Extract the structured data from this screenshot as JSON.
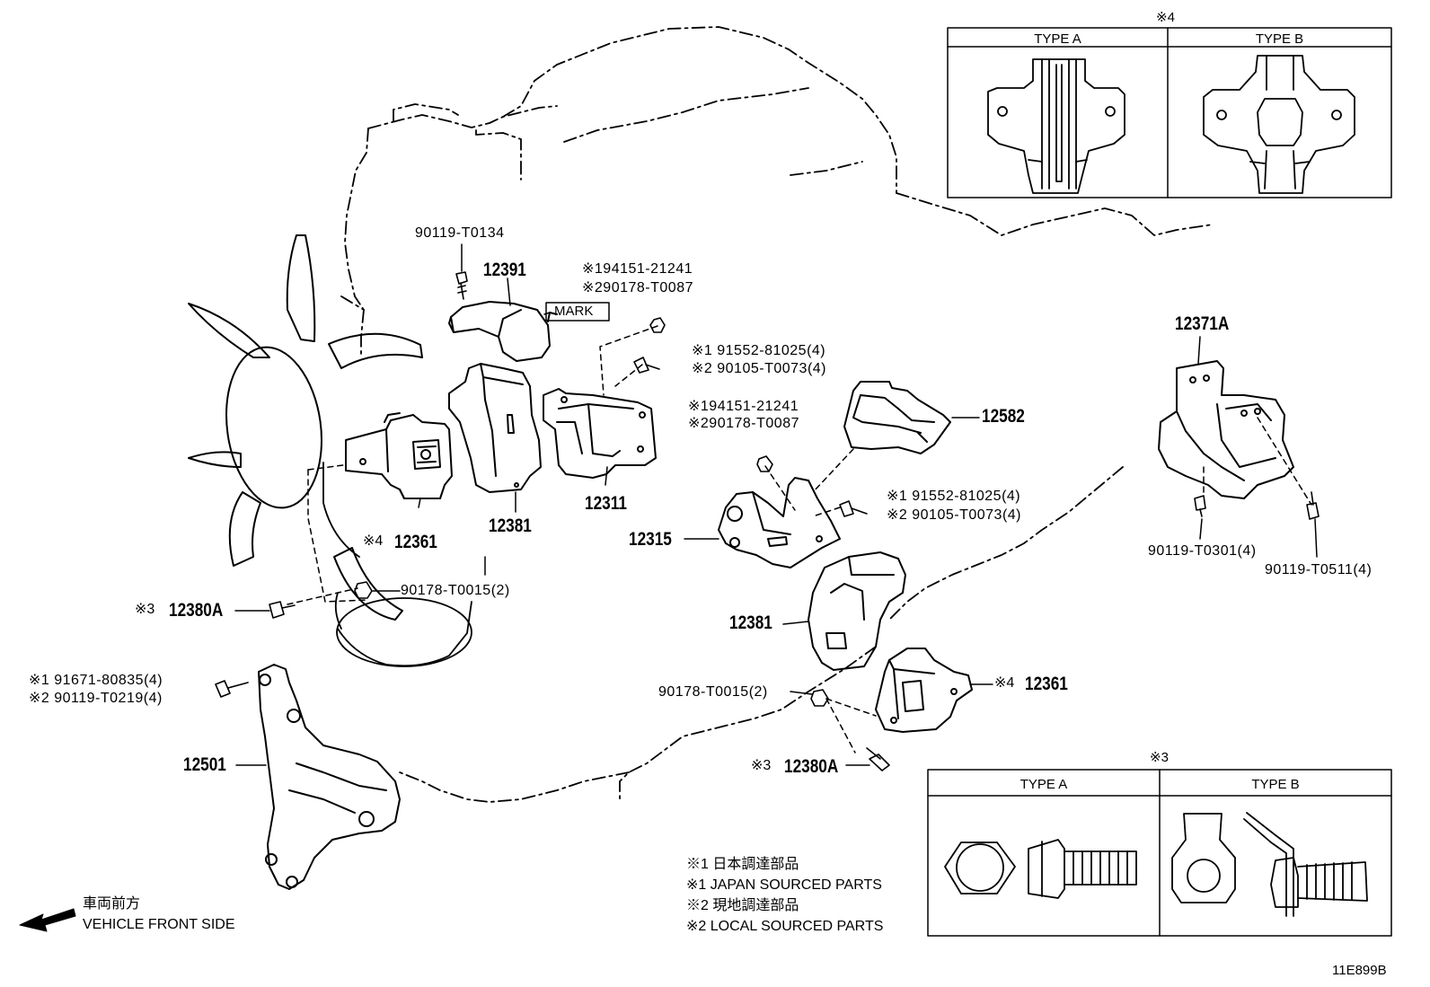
{
  "diagram_code": "11E899B",
  "vehicle_front": {
    "jp": "車両前方",
    "en": "VEHICLE FRONT SIDE"
  },
  "mark_label": "MARK",
  "parts": {
    "p12391": "12391",
    "p12361_left": "12361",
    "p12381_left": "12381",
    "p12311": "12311",
    "p12582": "12582",
    "p12315": "12315",
    "p12381_right": "12381",
    "p12361_right": "12361",
    "p12371A": "12371A",
    "p12501": "12501",
    "p12380A_left": "12380A",
    "p12380A_right": "12380A"
  },
  "fasteners": {
    "f90119_T0134": "90119-T0134",
    "f94151_top_1": "※194151-21241",
    "f90178_top_2": "※290178-T0087",
    "f91552_top_1": "※1  91552-81025(4)",
    "f90105_top_2": "※2  90105-T0073(4)",
    "f94151_mid_1": "※194151-21241",
    "f90178_mid_2": "※290178-T0087",
    "f91552_mid_1": "※1  91552-81025(4)",
    "f90105_mid_2": "※2  90105-T0073(4)",
    "f90178_T0015_left": "90178-T0015(2)",
    "f90178_T0015_right": "90178-T0015(2)",
    "f91671_1": "※1  91671-80835(4)",
    "f90119_T0219_2": "※2  90119-T0219(4)",
    "f90119_T0301": "90119-T0301(4)",
    "f90119_T0511": "90119-T0511(4)"
  },
  "notes": {
    "n4_left": "※4",
    "n3_left": "※3",
    "n3_right": "※3",
    "n4_right": "※4"
  },
  "legend": [
    "※1 日本調達部品",
    "※1 JAPAN SOURCED PARTS",
    "※2 現地調達部品",
    "※2 LOCAL SOURCED PARTS"
  ],
  "box_type4": {
    "marker": "※4",
    "type_a": "TYPE A",
    "type_b": "TYPE B"
  },
  "box_type3": {
    "marker": "※3",
    "type_a": "TYPE A",
    "type_b": "TYPE B"
  }
}
